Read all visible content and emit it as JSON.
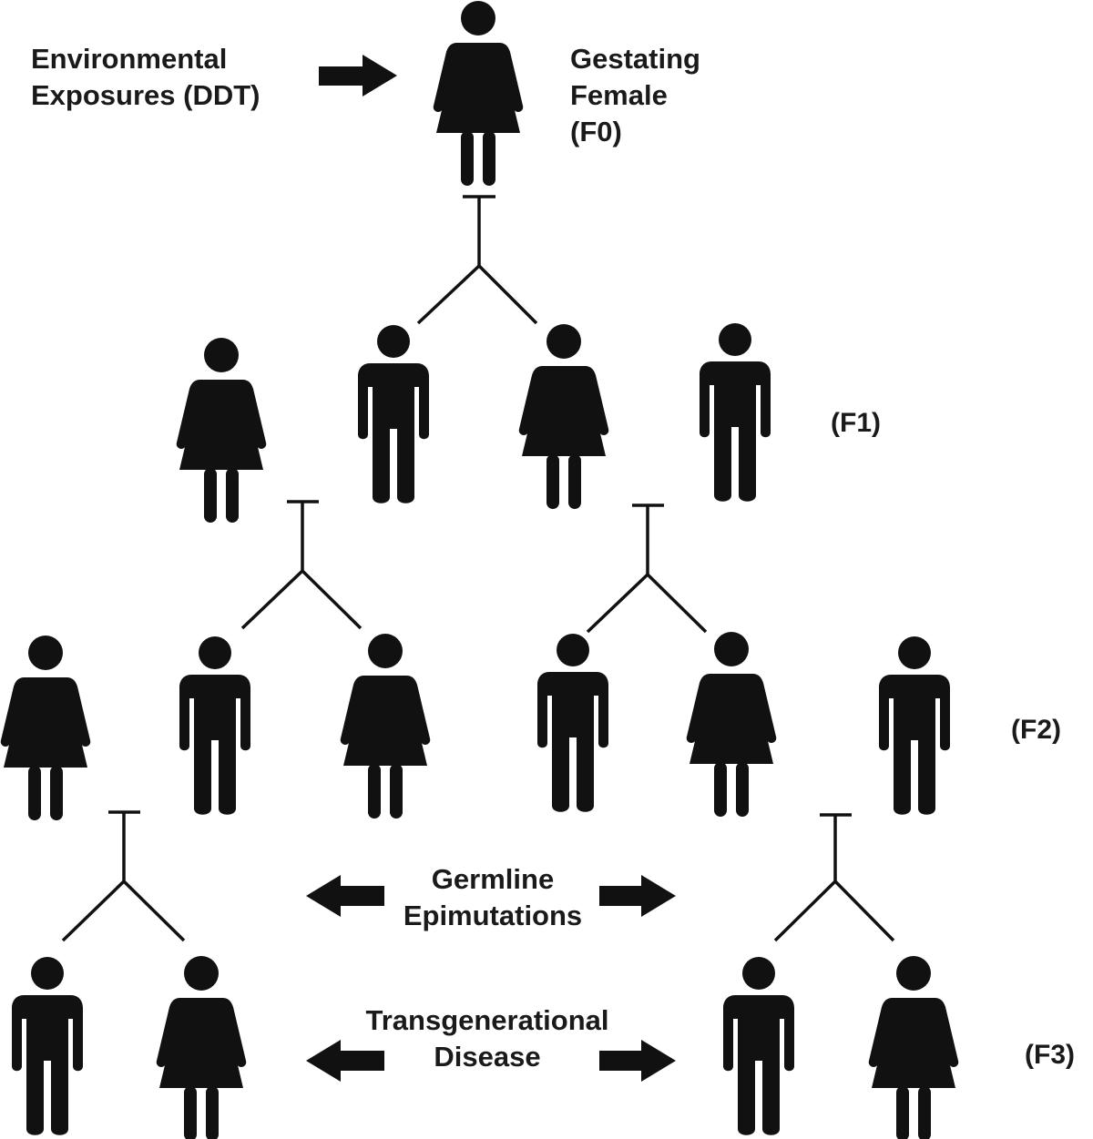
{
  "labels": {
    "exposure_line1": "Environmental",
    "exposure_line2": "Exposures (DDT)",
    "f0_line1": "Gestating",
    "f0_line2": "Female",
    "f0_line3": "(F0)",
    "germline_line1": "Germline",
    "germline_line2": "Epimutations",
    "disease_line1": "Transgenerational",
    "disease_line2": "Disease"
  },
  "generations": {
    "f1": "(F1)",
    "f2": "(F2)",
    "f3": "(F3)"
  },
  "colors": {
    "figure": "#111111",
    "text": "#1a1a1a",
    "background": "#ffffff"
  },
  "icons": {
    "female": "female-figure-icon",
    "male": "male-figure-icon",
    "arrow": "arrow-icon"
  }
}
